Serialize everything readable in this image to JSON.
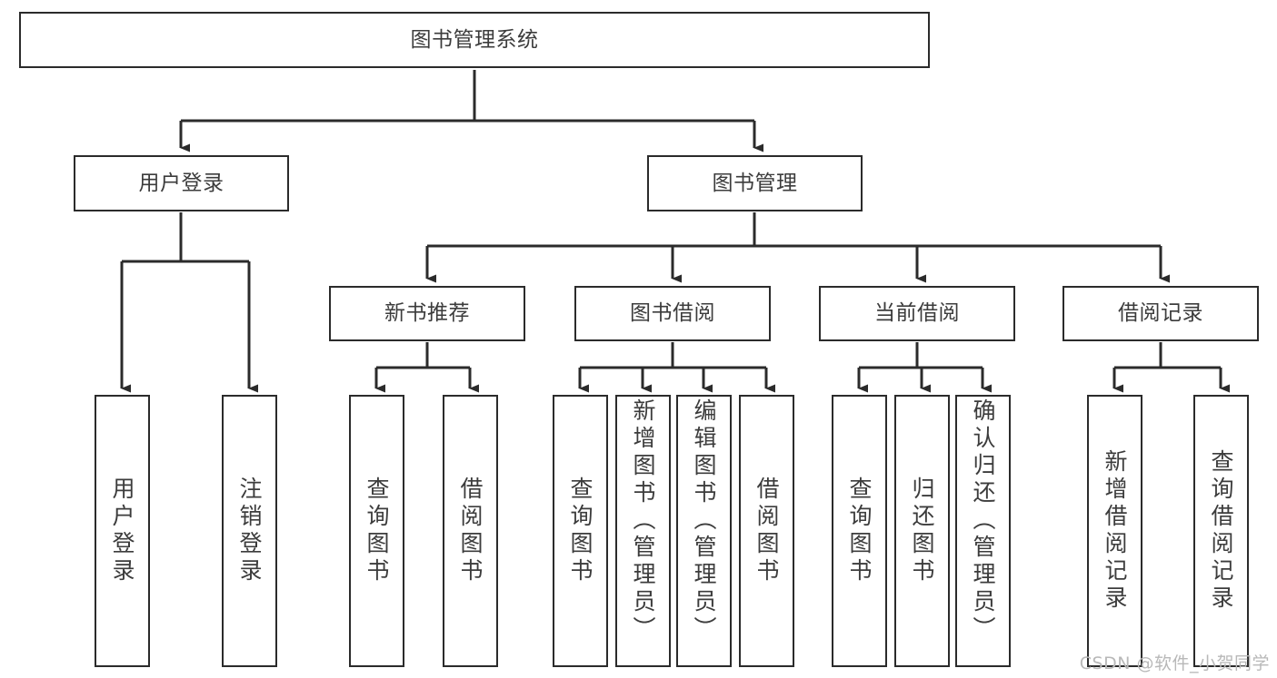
{
  "diagram": {
    "title": "图书管理系统",
    "type": "tree-hierarchy",
    "root": {
      "id": "root",
      "label": "图书管理系统"
    },
    "level2": [
      {
        "id": "user-login",
        "label": "用户登录"
      },
      {
        "id": "book-manage",
        "label": "图书管理"
      }
    ],
    "level3": [
      {
        "id": "new-book-rec",
        "label": "新书推荐",
        "parent": "book-manage"
      },
      {
        "id": "book-borrow",
        "label": "图书借阅",
        "parent": "book-manage"
      },
      {
        "id": "current-borrow",
        "label": "当前借阅",
        "parent": "book-manage"
      },
      {
        "id": "borrow-record",
        "label": "借阅记录",
        "parent": "book-manage"
      }
    ],
    "leaves": [
      {
        "id": "leaf-user-login",
        "label": "用户登录",
        "parent": "user-login"
      },
      {
        "id": "leaf-user-logout",
        "label": "注销登录",
        "parent": "user-login"
      },
      {
        "id": "leaf-query-book-1",
        "label": "查询图书",
        "parent": "new-book-rec"
      },
      {
        "id": "leaf-borrow-book-1",
        "label": "借阅图书",
        "parent": "new-book-rec"
      },
      {
        "id": "leaf-query-book-2",
        "label": "查询图书",
        "parent": "book-borrow"
      },
      {
        "id": "leaf-add-book",
        "label": "新增图书（管理员）",
        "parent": "book-borrow"
      },
      {
        "id": "leaf-edit-book",
        "label": "编辑图书（管理员）",
        "parent": "book-borrow"
      },
      {
        "id": "leaf-borrow-book-2",
        "label": "借阅图书",
        "parent": "book-borrow"
      },
      {
        "id": "leaf-query-book-3",
        "label": "查询图书",
        "parent": "current-borrow"
      },
      {
        "id": "leaf-return-book",
        "label": "归还图书",
        "parent": "current-borrow"
      },
      {
        "id": "leaf-confirm-return",
        "label": "确认归还（管理员）",
        "parent": "current-borrow"
      },
      {
        "id": "leaf-add-record",
        "label": "新增借阅记录",
        "parent": "borrow-record"
      },
      {
        "id": "leaf-query-record",
        "label": "查询借阅记录",
        "parent": "borrow-record"
      }
    ]
  },
  "watermark": {
    "text": "CSDN @软件_小贺同学"
  },
  "colors": {
    "stroke": "#2b2b2b",
    "text": "#3c3c3c",
    "background": "#ffffff",
    "watermark": "#b8b8b8"
  }
}
